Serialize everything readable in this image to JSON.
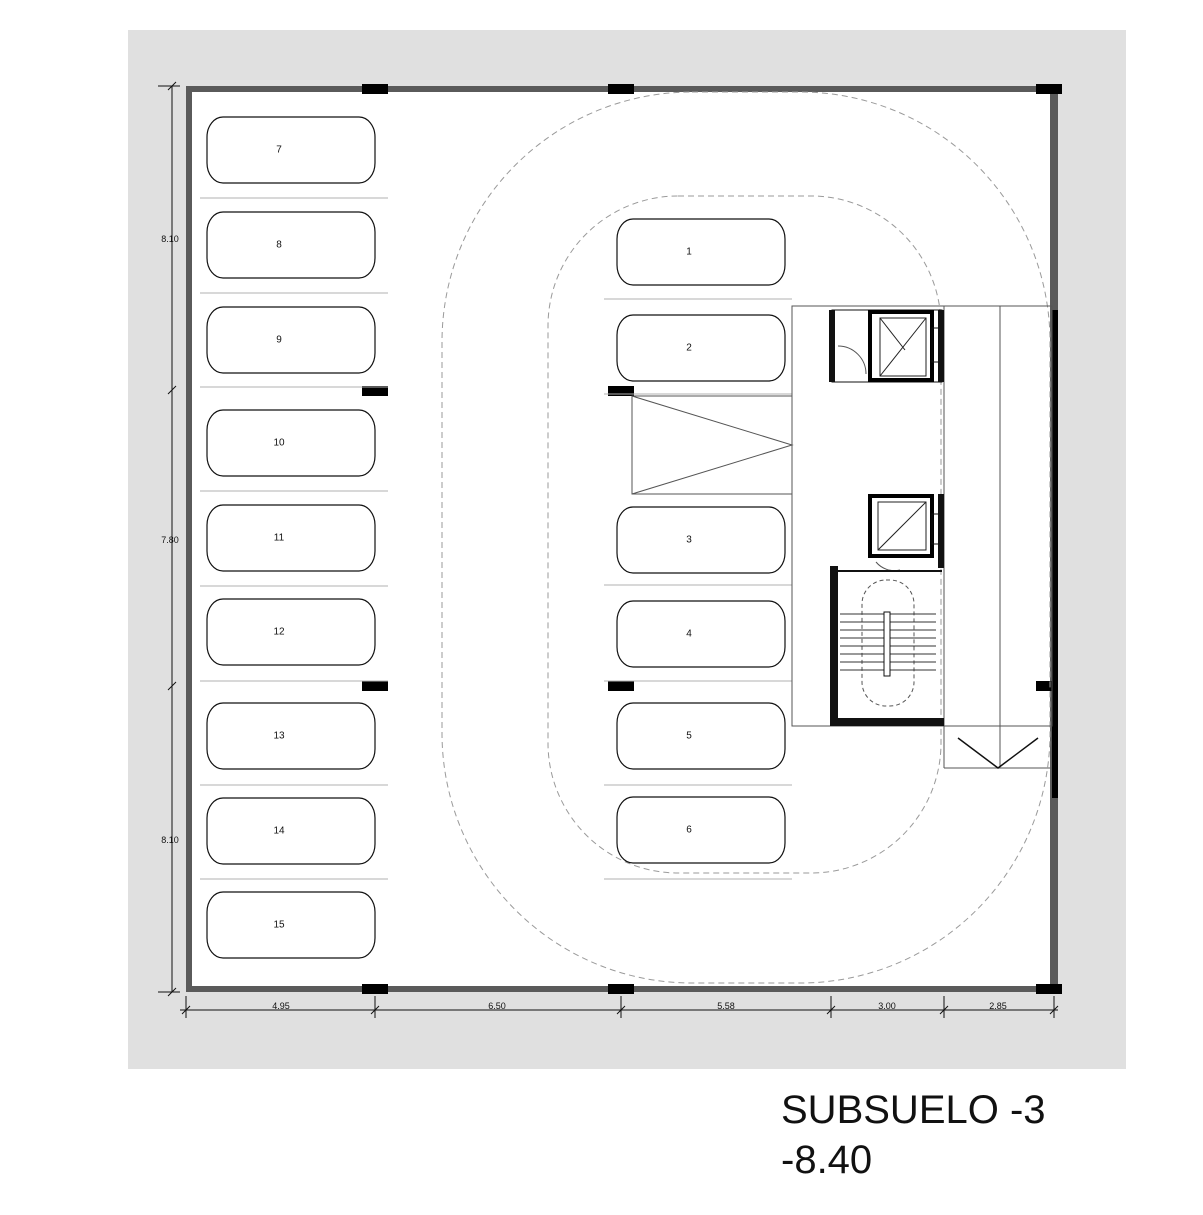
{
  "title": "SUBSUELO -3",
  "level": "-8.40",
  "parking_spaces": [
    {
      "label": "1"
    },
    {
      "label": "2"
    },
    {
      "label": "3"
    },
    {
      "label": "4"
    },
    {
      "label": "5"
    },
    {
      "label": "6"
    },
    {
      "label": "7"
    },
    {
      "label": "8"
    },
    {
      "label": "9"
    },
    {
      "label": "10"
    },
    {
      "label": "11"
    },
    {
      "label": "12"
    },
    {
      "label": "13"
    },
    {
      "label": "14"
    },
    {
      "label": "15"
    }
  ],
  "dimensions": {
    "vertical": [
      "8.10",
      "7.80",
      "8.10"
    ],
    "horizontal": [
      "4.95",
      "6.50",
      "5.58",
      "3.00",
      "2.85"
    ]
  },
  "colors": {
    "background_area": "#e0e0e0",
    "floor": "#ffffff",
    "walls": "#555555",
    "columns": "#000000",
    "lines": "#222222",
    "dashed_path": "#9a9a9a"
  }
}
